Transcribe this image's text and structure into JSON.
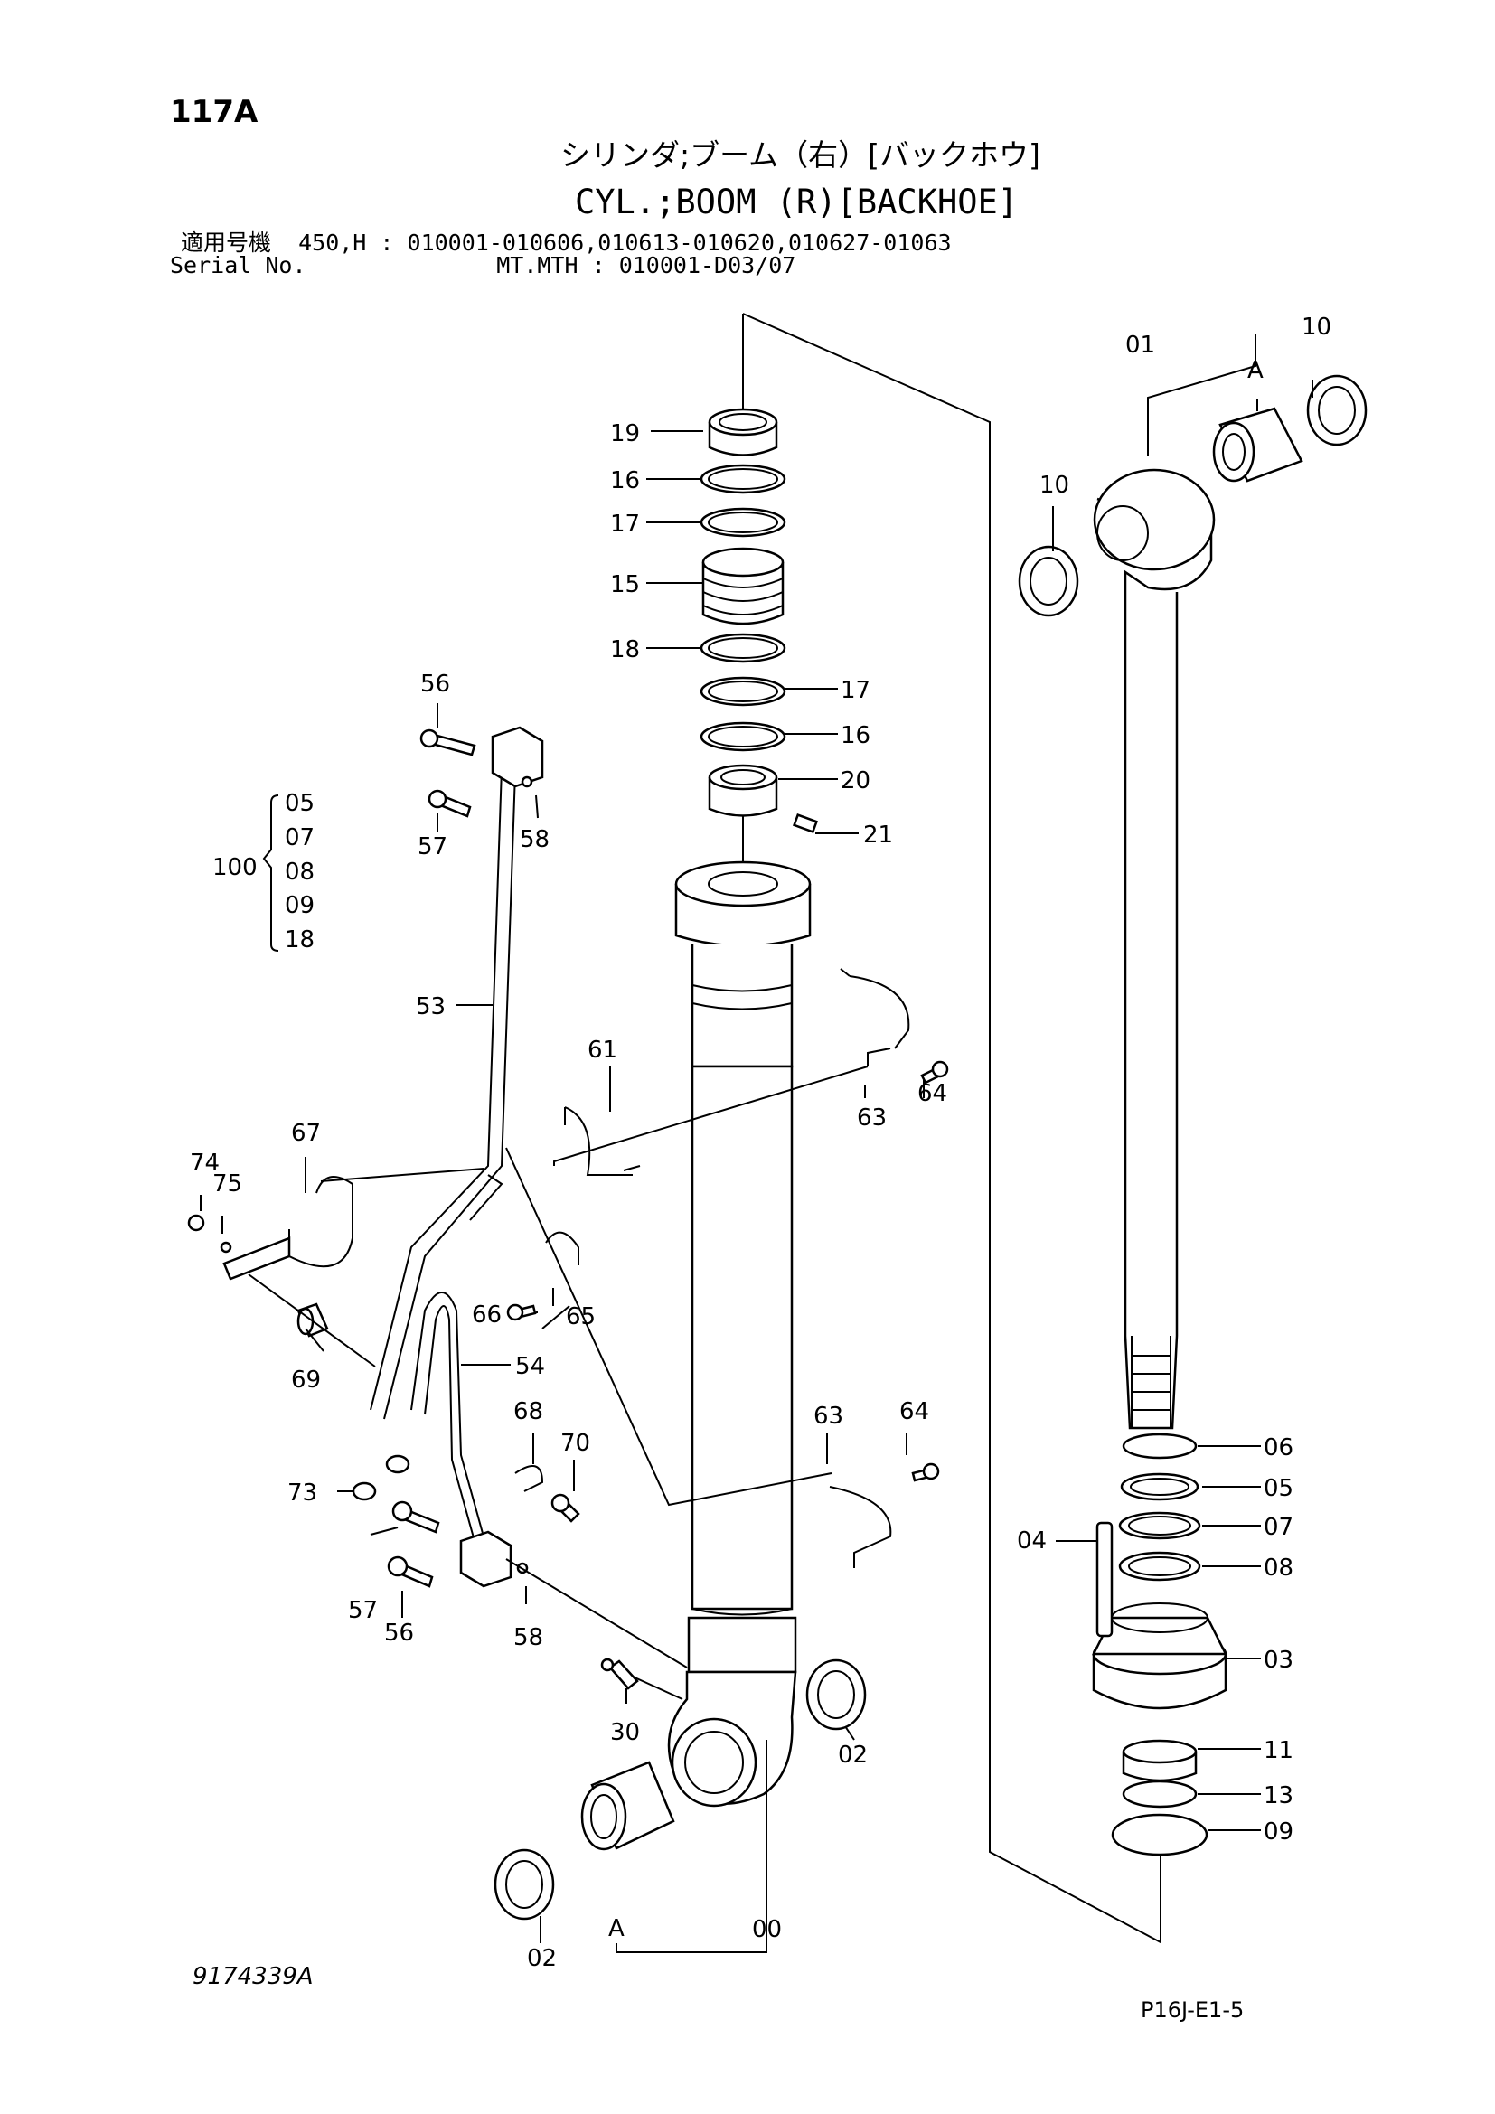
{
  "header": {
    "page_id": "117A",
    "title_jp": "シリンダ;ブーム（右）[バックホウ]",
    "title_en": "CYL.;BOOM (R)[BACKHOE]",
    "applicability": "適用号機  450,H : 010001-010606,010613-010620,010627-01063",
    "serial": "Serial No.              MT.MTH : 010001-D03/07"
  },
  "footer": {
    "doc_number": "9174339A",
    "page_code": "P16J-E1-5"
  },
  "kit": {
    "number": "100",
    "items": [
      "05",
      "07",
      "08",
      "09",
      "18"
    ]
  },
  "callouts": {
    "c19": "19",
    "c16a": "16",
    "c17a": "17",
    "c15": "15",
    "c18": "18",
    "c17b": "17",
    "c16b": "16",
    "c20": "20",
    "c21": "21",
    "c01": "01",
    "c10a": "10",
    "cA1": "A",
    "c10b": "10",
    "c56a": "56",
    "c57a": "57",
    "c58a": "58",
    "c53": "53",
    "c61": "61",
    "c63a": "63",
    "c64a": "64",
    "c67": "67",
    "c74": "74",
    "c75": "75",
    "c69": "69",
    "c66": "66",
    "c65": "65",
    "c54": "54",
    "c68": "68",
    "c70": "70",
    "c73": "73",
    "c57b": "57",
    "c56b": "56",
    "c58b": "58",
    "c63b": "63",
    "c64b": "64",
    "c30": "30",
    "c02a": "02",
    "cA2": "A",
    "c02b": "02",
    "c00": "00",
    "c06": "06",
    "c05": "05",
    "c07": "07",
    "c04": "04",
    "c08": "08",
    "c03": "03",
    "c11": "11",
    "c13": "13",
    "c09": "09"
  }
}
